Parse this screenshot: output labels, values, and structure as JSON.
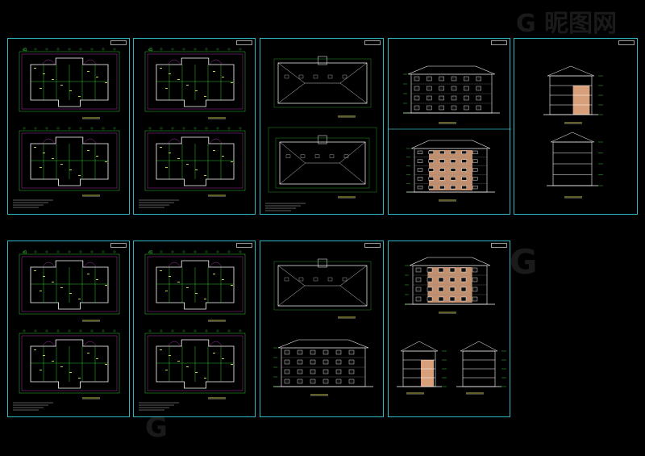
{
  "watermark": {
    "logo_text": "昵图网",
    "mark": "G"
  },
  "colors": {
    "background": "#000000",
    "sheet_border": "#2fb7c4",
    "plan_line": "#3df03d",
    "dim_line": "#d23cd2",
    "wall": "#ffffff",
    "facade": "#d7a07a",
    "text": "#ffff66"
  },
  "sheets": [
    {
      "id": "r1-plan-a",
      "kind": "plan2"
    },
    {
      "id": "r1-plan-b",
      "kind": "plan2"
    },
    {
      "id": "r1-roof",
      "kind": "roof2"
    },
    {
      "id": "r1-elev",
      "kind": "elev2"
    },
    {
      "id": "r1-section",
      "kind": "section2"
    },
    {
      "id": "r2-plan-a",
      "kind": "plan2"
    },
    {
      "id": "r2-plan-b",
      "kind": "plan2"
    },
    {
      "id": "r2-roof-elev",
      "kind": "roofelev"
    },
    {
      "id": "r2-elev-sec",
      "kind": "elevsec"
    }
  ]
}
